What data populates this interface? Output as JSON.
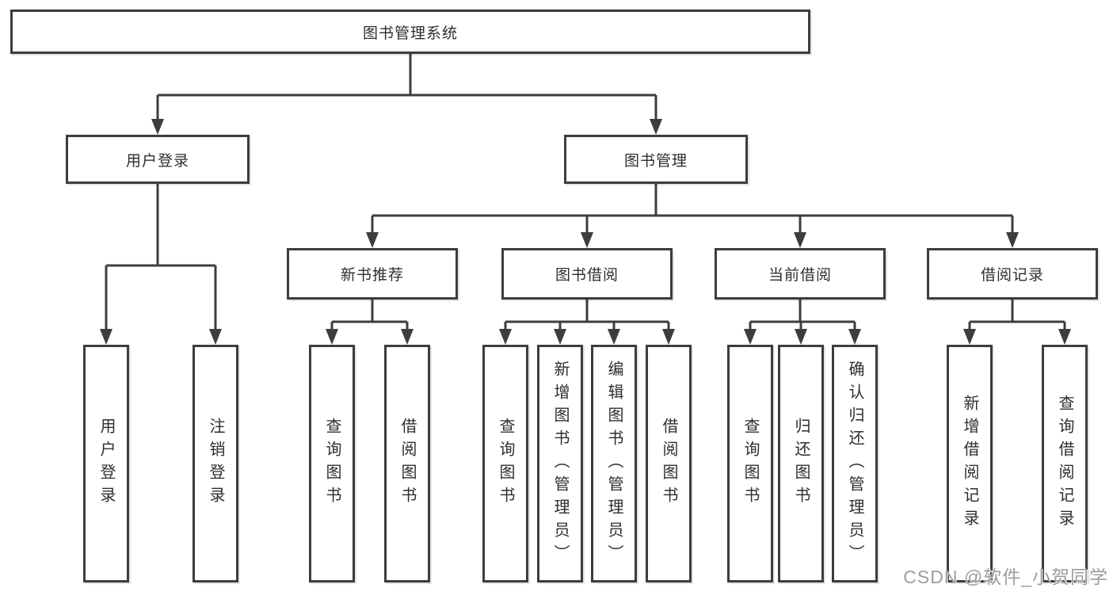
{
  "diagram": {
    "root": {
      "label": "图书管理系统"
    },
    "branches": [
      {
        "label": "用户登录",
        "children": [
          {
            "label": "用户登录"
          },
          {
            "label": "注销登录"
          }
        ]
      },
      {
        "label": "图书管理",
        "children": [
          {
            "label": "新书推荐",
            "children": [
              {
                "label": "查询图书"
              },
              {
                "label": "借阅图书"
              }
            ]
          },
          {
            "label": "图书借阅",
            "children": [
              {
                "label": "查询图书"
              },
              {
                "label": "新增图书（管理员）"
              },
              {
                "label": "编辑图书（管理员）"
              },
              {
                "label": "借阅图书"
              }
            ]
          },
          {
            "label": "当前借阅",
            "children": [
              {
                "label": "查询图书"
              },
              {
                "label": "归还图书"
              },
              {
                "label": "确认归还（管理员）"
              }
            ]
          },
          {
            "label": "借阅记录",
            "children": [
              {
                "label": "新增借阅记录"
              },
              {
                "label": "查询借阅记录"
              }
            ]
          }
        ]
      }
    ],
    "watermark": "CSDN @软件_小贺同学",
    "colors": {
      "line": "#3d3d3d",
      "text": "#2e2e2e",
      "background": "#ffffff",
      "watermark": "#9d9d9d"
    }
  }
}
